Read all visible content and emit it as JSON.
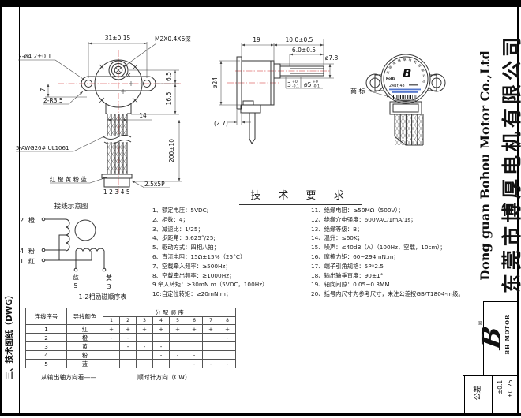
{
  "frame": {
    "left_strip": "三、技术图纸（DWG）",
    "company_cn": "东莞市博厚电机有限公司",
    "company_en": "Dong guan Bohou Motor Co.,Ltd",
    "tolerance_label": "公差",
    "tolerance_1": "±0.1",
    "tolerance_2": "±0.25",
    "logo_glyph": "B",
    "logo_mark": "®",
    "logo_text": "BH MOTOR"
  },
  "front_view": {
    "dim_width": "31±0.15",
    "dim_screw": "M2X0.4X6深",
    "dim_holes": "2-ø4.2±0.1",
    "dim_7": "7",
    "dim_radius": "2-R3.5",
    "dim_6_5": "6.5",
    "dim_16_5": "16.5",
    "dim_14": "14",
    "dim_cable": "200±10",
    "wire_spec": "5-AWG26# UL1061",
    "wire_colors": "红.橙.黄.粉.蓝",
    "pin_numbers": "12345",
    "connector": "2.5x5P"
  },
  "side_view": {
    "dim_19": "19",
    "dim_10": "10.0±0.5",
    "dim_6": "6.0±0.5",
    "dim_d78": "ø7.8",
    "dim_d24": "ø24",
    "dim_3": "3",
    "dim_3_tol_up": "+0",
    "dim_3_tol_dn": "-0.1",
    "dim_d5": "ø5",
    "dim_d5_tol_up": "+0",
    "dim_d5_tol_dn": "-0.1",
    "dim_27": "(2.7)"
  },
  "label_view": {
    "callout": "商 标",
    "model": "24BYJ48",
    "rohs": "RoHS"
  },
  "tech_req": {
    "title": "技 术 要 求",
    "left": [
      "1、额定电压：5VDC;",
      "2、相数：4；",
      "3、减速比：1/25；",
      "4、步距角：5.625°/25;",
      "5、驱动方式：四相八拍；",
      "6、直流电阻：15Ω±15%（25°C）",
      "7、空载牵入频率：≥500Hz；",
      "8、空载牵出频率：≥1000Hz；",
      "9.牵入转矩：≥30mN.m（5VDC，100Hz）",
      "10:自定位转矩：≥20mN.m；"
    ],
    "right": [
      "11、绝缘电阻：≥50MΩ（500V）；",
      "12、绝缘介电强度：600VAC/1mA/1s；",
      "13、绝缘等级：B；",
      "14、温升：≤60K；",
      "15、噪声：≤40dB（A）（100Hz，空载，10cm）；",
      "16、摩擦力矩：60~294mN.m；",
      "17、端子引角规格：5P*2.5",
      "18、输出轴垂直度：90±1°",
      "19、轴向间隙：0.05~0.3MM",
      "20、括号内尺寸为参考尺寸，未注公差按GB/T1804-m级。"
    ]
  },
  "wiring": {
    "title": "接线示意图",
    "terminals": [
      {
        "num": "2",
        "color": "橙"
      },
      {
        "num": "4",
        "color": "粉"
      },
      {
        "num": "1",
        "color": "红"
      },
      {
        "num": "5",
        "color": "蓝"
      },
      {
        "num": "3",
        "color": "黄"
      }
    ]
  },
  "sequence_table": {
    "title": "1-2相励磁顺序表",
    "header_wire_no": "连线序号",
    "header_wire_color": "导线颜色",
    "header_sequence": "分 配 顺 序",
    "steps": [
      "1",
      "2",
      "3",
      "4",
      "5",
      "6",
      "7",
      "8"
    ],
    "rows": [
      {
        "no": "1",
        "color": "红",
        "marks": [
          "+",
          "+",
          "+",
          "+",
          "+",
          "+",
          "+",
          "+"
        ]
      },
      {
        "no": "2",
        "color": "橙",
        "marks": [
          "-",
          "-",
          "",
          "",
          "",
          "",
          "",
          "-"
        ]
      },
      {
        "no": "3",
        "color": "黄",
        "marks": [
          "",
          "-",
          "-",
          "-",
          "",
          "",
          "",
          ""
        ]
      },
      {
        "no": "4",
        "color": "粉",
        "marks": [
          "",
          "",
          "",
          "-",
          "-",
          "-",
          "",
          ""
        ]
      },
      {
        "no": "5",
        "color": "蓝",
        "marks": [
          "",
          "",
          "",
          "",
          "",
          "-",
          "-",
          "-"
        ]
      }
    ],
    "footer_view": "从输出轴方向看——",
    "footer_dir": "顺时针方向（CW）"
  }
}
